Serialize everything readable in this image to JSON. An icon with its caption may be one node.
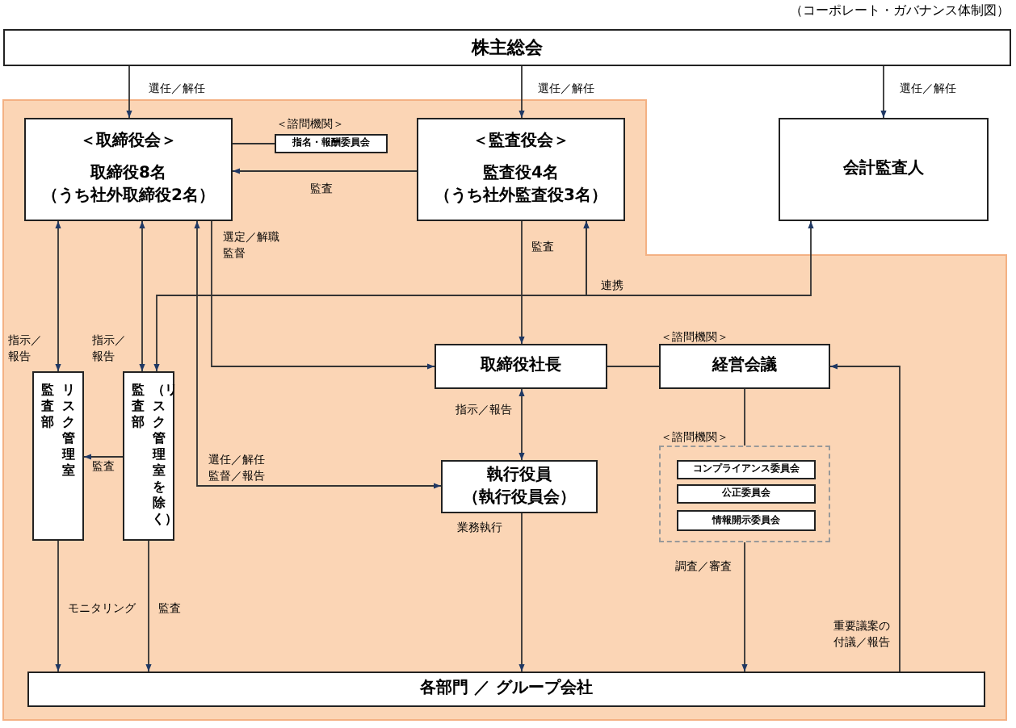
{
  "diagram": {
    "title": "（コーポレート・ガバナンス体制図）",
    "nodes": [
      {
        "text": [
          "株主総会"
        ]
      },
      {
        "text": [
          "＜取締役会＞",
          "取締役8名",
          "（うち社外取締役2名）"
        ]
      },
      {
        "text": [
          "＜諮問機関＞",
          "指名・報酬委員会"
        ]
      },
      {
        "text": [
          "＜監査役会＞",
          "監査役4名",
          "（うち社外監査役3名）"
        ]
      },
      {
        "text": [
          "会計監査人"
        ]
      },
      {
        "text": [
          "取締役社長"
        ]
      },
      {
        "text": [
          "＜諮問機関＞",
          "経営会議"
        ]
      },
      {
        "text": [
          "監査部",
          "リスク管理室"
        ]
      },
      {
        "text": [
          "監査部",
          "（リスク管理室を除く）"
        ]
      },
      {
        "text": [
          "執行役員",
          "（執行役員会）"
        ]
      },
      {
        "text": [
          "＜諮問機関＞"
        ]
      },
      {
        "text": [
          "コンプライアンス委員会"
        ],
        "in": 10
      },
      {
        "text": [
          "公正委員会"
        ],
        "in": 10
      },
      {
        "text": [
          "情報開示委員会"
        ],
        "in": 10
      },
      {
        "text": [
          "各部門 ／ グループ会社"
        ]
      }
    ],
    "edges": [
      {
        "from": 0,
        "to": 1,
        "arrow": "to",
        "label": "選任／解任"
      },
      {
        "from": 0,
        "to": 3,
        "arrow": "to",
        "label": "選任／解任"
      },
      {
        "from": 0,
        "to": 4,
        "arrow": "to",
        "label": "選任／解任"
      },
      {
        "from": 2,
        "to": 1,
        "arrow": "none"
      },
      {
        "from": 3,
        "to": 1,
        "arrow": "to",
        "label": "監査"
      },
      {
        "from": 1,
        "to": 5,
        "arrow": "to",
        "label": "選定／解職監督"
      },
      {
        "from": 3,
        "to": 5,
        "arrow": "to",
        "label": "監査"
      },
      {
        "from": 3,
        "to": 4,
        "arrow": "both",
        "label": "連携"
      },
      {
        "from": 3,
        "to": 8,
        "arrow": "both"
      },
      {
        "from": 1,
        "to": 7,
        "arrow": "both",
        "label": "指示／報告"
      },
      {
        "from": 1,
        "to": 8,
        "arrow": "both",
        "label": "指示／報告"
      },
      {
        "from": 1,
        "to": 9,
        "arrow": "both",
        "label": "選任／解任監督／報告"
      },
      {
        "from": 8,
        "to": 7,
        "arrow": "to",
        "label": "監査"
      },
      {
        "from": 5,
        "to": 6,
        "arrow": "none"
      },
      {
        "from": 5,
        "to": 9,
        "arrow": "both",
        "label": "指示／報告"
      },
      {
        "from": 6,
        "to": 10,
        "arrow": "none"
      },
      {
        "from": 9,
        "to": 14,
        "arrow": "to",
        "label": "業務執行"
      },
      {
        "from": 10,
        "to": 14,
        "arrow": "to",
        "label": "調査／審査"
      },
      {
        "from": 14,
        "to": 6,
        "arrow": "to",
        "label": "重要議案の付議／報告"
      },
      {
        "from": 7,
        "to": 14,
        "arrow": "to",
        "label": "モニタリング"
      },
      {
        "from": 8,
        "to": 14,
        "arrow": "to",
        "label": "監査"
      }
    ]
  }
}
